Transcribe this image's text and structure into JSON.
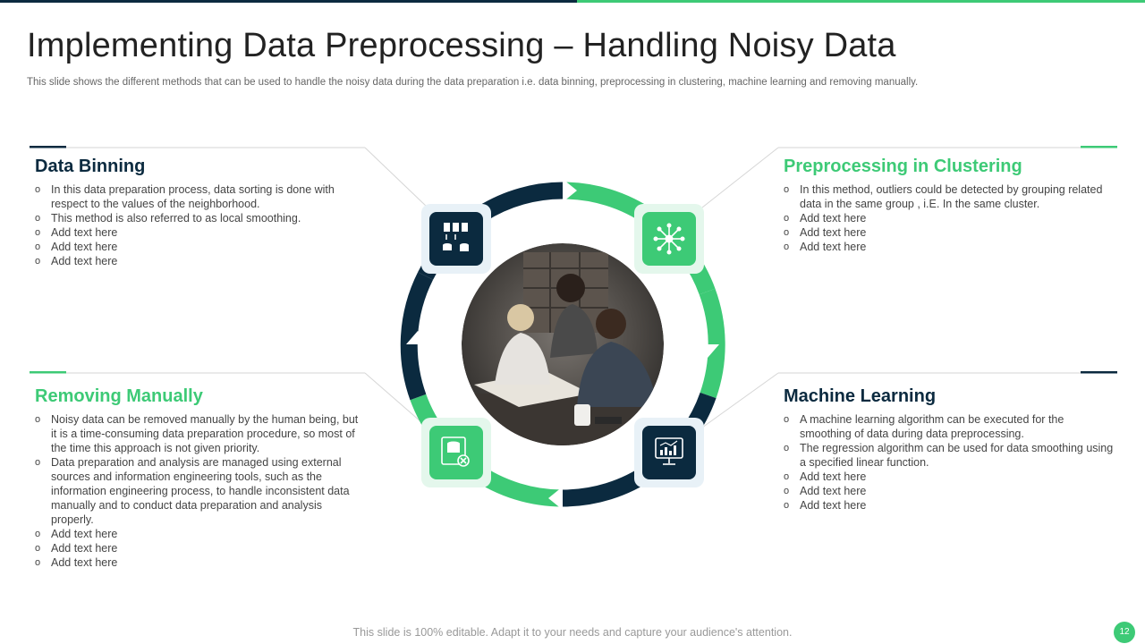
{
  "title": "Implementing Data Preprocessing – Handling Noisy Data",
  "subtitle": "This slide shows the different methods that can be used to handle the noisy data during the data preparation i.e. data binning, preprocessing in clustering, machine learning and removing manually.",
  "colors": {
    "dark": "#0b2a3f",
    "green": "#3dca76"
  },
  "blocks": [
    {
      "heading": "Data Binning",
      "icon": "database-server-icon",
      "items": [
        "In this data preparation process, data sorting is done with respect to the values of the neighborhood.",
        "This method is also referred to as local smoothing.",
        "Add text here",
        "Add text here",
        "Add text here"
      ]
    },
    {
      "heading": "Preprocessing in Clustering",
      "icon": "network-nodes-icon",
      "items": [
        "In this method, outliers could be detected by grouping related data in the same group , i.E. In the same cluster.",
        "Add text here",
        "Add text here",
        "Add text here"
      ]
    },
    {
      "heading": "Removing Manually",
      "icon": "database-delete-icon",
      "items": [
        "Noisy data can be removed manually by the human being, but it is a time-consuming data preparation procedure, so most of the time this approach is not given priority.",
        "Data preparation and analysis are managed using external sources and information engineering tools, such as the information engineering process, to handle inconsistent data manually and to conduct data preparation and analysis properly.",
        "Add text here",
        "Add text here",
        "Add text here"
      ]
    },
    {
      "heading": "Machine Learning",
      "icon": "monitor-chart-icon",
      "items": [
        "A machine learning algorithm can be executed for the smoothing of data during data preprocessing.",
        "The regression algorithm can be used for data smoothing using a specified linear function.",
        "Add text here",
        "Add text here",
        "Add text here"
      ]
    }
  ],
  "footer": "This slide is 100% editable. Adapt it to your needs and capture your audience's attention.",
  "page_number": "12"
}
